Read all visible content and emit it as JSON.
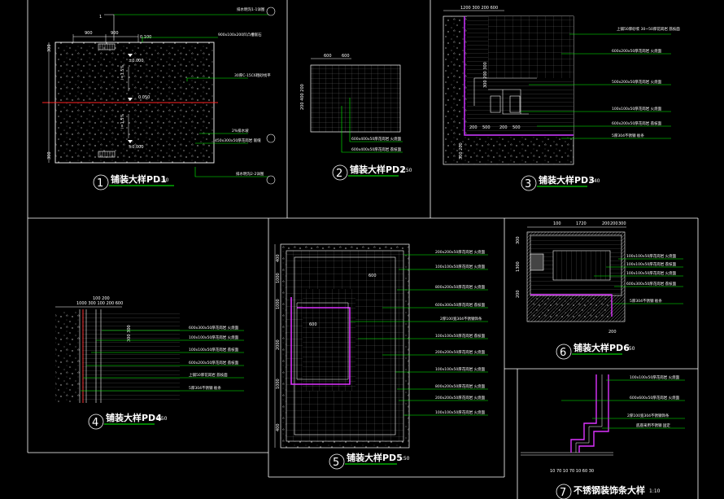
{
  "colors": {
    "background": "#000000",
    "frame": "#ffffff",
    "leader": "#00ff00",
    "steel": "#ff33ff",
    "axis": "#ff0000",
    "dim": "#ffffff"
  },
  "pd1": {
    "dim_top": [
      "900",
      "900"
    ],
    "level_top": "0.100",
    "callout_top": "1",
    "dim_left": [
      "300",
      "300"
    ],
    "levels": [
      "±0.000",
      "0.050",
      "±0.000"
    ],
    "slopes": [
      "i=1.5%",
      "i=1.5%"
    ],
    "notes": [
      "900x100x200凹凸槽嵌石",
      "30厚C-15C6粗砂找平",
      "2%排水坡",
      "450x300x50厚花岗岩 嵌缝"
    ],
    "section_notes": [
      "排水明沟1-1详图",
      "排水明沟2-2详图"
    ],
    "title": "铺装大样PD1",
    "scale": "1:50",
    "index": "1"
  },
  "pd2": {
    "dim_top": [
      "600",
      "600"
    ],
    "dim_left": "200 400 200",
    "notes": [
      "600x400x50厚花岗岩 火烧面",
      "600x400x50厚花岗岩 荔枝面"
    ],
    "title": "铺装大样PD2",
    "scale": "1:50",
    "index": "2"
  },
  "pd3": {
    "dim_top": "1200 300 200 600",
    "dim_bottom": [
      "200",
      "500",
      "200",
      "500"
    ],
    "dim_left": "300 200 300",
    "dim_left_bottom": "300 200",
    "notes": [
      "上铺50厚砂浆 30~50厚花岗岩 荔枝面",
      "600x200x50厚花岗岩 火烧面",
      "500x200x50厚花岗岩 火烧面",
      "100x100x50厚花岗岩 火烧面",
      "600x200x50厚花岗岩 荔枝面",
      "5厚304不锈钢 板条"
    ],
    "title": "铺装大样PD3",
    "scale": "1:40",
    "index": "3"
  },
  "pd4": {
    "dim_top": "1000 300 100 200 600",
    "dim_top2": "100 200",
    "dim_right": "300 300",
    "notes": [
      "600x300x50厚花岗岩 火烧面",
      "100x100x50厚花岗岩 火烧面",
      "100x100x50厚花岗岩 荔枝面",
      "600x200x50厚花岗岩 荔枝面",
      "上铺50厚花岗岩 荔枝面",
      "5厚304不锈钢 板条"
    ],
    "title": "铺装大样PD4",
    "scale": "1:50",
    "index": "4"
  },
  "pd5": {
    "dim_left": [
      "400",
      "1000",
      "1000",
      "2000",
      "1000",
      "400"
    ],
    "dim_inner": [
      "600",
      "600"
    ],
    "notes": [
      "200x200x50厚花岗岩 火烧面",
      "100x100x50厚花岗岩 火烧面",
      "800x200x50厚花岗岩 火烧面",
      "600x300x50厚花岗岩 荔枝面",
      "2厚100宽304不锈钢饰条",
      "100x100x50厚花岗岩 荔枝面",
      "200x200x50厚花岗岩 火烧面",
      "100x100x50厚花岗岩 火烧面",
      "800x200x50厚花岗岩 火烧面",
      "200x200x50厚花岗岩 火烧面",
      "100x100x50厚花岗岩 火烧面"
    ],
    "title": "铺装大样PD5",
    "scale": "1:50",
    "index": "5"
  },
  "pd6": {
    "dim_top": [
      "100",
      "1720",
      "200",
      "200",
      "300"
    ],
    "dim_left": [
      "300",
      "1300",
      "200"
    ],
    "dim_bottom": "200",
    "notes": [
      "100x100x50厚花岗岩 火烧面",
      "100x100x50厚花岗岩 荔枝面",
      "100x100x50厚花岗岩 火烧面",
      "600x300x50厚花岗岩 荔枝面",
      "5厚304不锈钢 板条"
    ],
    "title": "铺装大样PD6",
    "scale": "1:50",
    "index": "6"
  },
  "pd7": {
    "dim_bottom": "10 70 10 70 10 60 30",
    "notes": [
      "100x100x50厚花岗岩 火烧面",
      "600x600x50厚花岗岩 火烧面",
      "2厚100宽304不锈钢饰条",
      "底座采用不锈钢 固定"
    ],
    "title": "不锈钢装饰条大样",
    "scale": "1:10",
    "index": "7"
  }
}
